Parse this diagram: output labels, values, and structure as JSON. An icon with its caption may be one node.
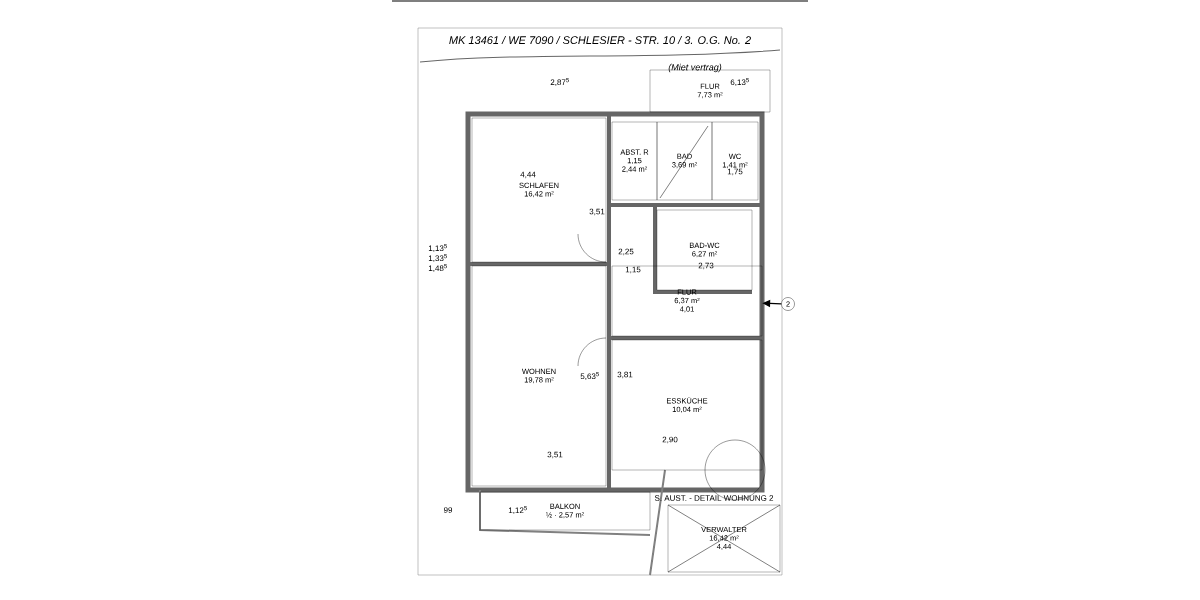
{
  "diagram": {
    "title": "MK 13461 / WE 7090 / SCHLESIER - STR. 10 / 3. O.G. No. 2",
    "nodes": [
      {
        "text": [
          "SCHLAFEN",
          "16,42 m²"
        ]
      },
      {
        "text": [
          "ABST. R",
          "1,15",
          "2,44 m²"
        ]
      },
      {
        "text": [
          "BAD",
          "3,69 m²"
        ]
      },
      {
        "text": [
          "WC",
          "1,41 m²"
        ]
      },
      {
        "text": [
          "FLUR",
          "7,73 m²"
        ]
      },
      {
        "text": [
          "BAD-WC",
          "6,27 m²"
        ]
      },
      {
        "text": [
          "FLUR",
          "6,37 m²",
          "4,01"
        ]
      },
      {
        "text": [
          "WOHNEN",
          "19,78 m²"
        ]
      },
      {
        "text": [
          "ESSKÜCHE",
          "10,04 m²"
        ]
      },
      {
        "text": [
          "BALKON",
          "½ · 2,57 m²"
        ]
      },
      {
        "text": [
          "VERWALTER",
          "16,42 m²",
          "4,44"
        ]
      },
      {
        "text": [
          "2"
        ]
      }
    ],
    "edges": [
      {
        "from": 11,
        "to": 6,
        "arrow": "to"
      }
    ],
    "labels": [
      "(Miet vertrag)",
      "2,87$^{5}$",
      "4,44",
      "3,51",
      "2,25",
      "1,15",
      "2,73",
      "5,63$^{5}$",
      "3,51",
      "3,81",
      "2,90",
      "S. AUST. - DETAIL WOHNUNG 2",
      "99",
      "1,12$^{5}$",
      "1,13$^{5}$",
      "1,33$^{5}$",
      "1,48$^{5}$",
      "6,13$^{5}$",
      "1,75"
    ]
  }
}
